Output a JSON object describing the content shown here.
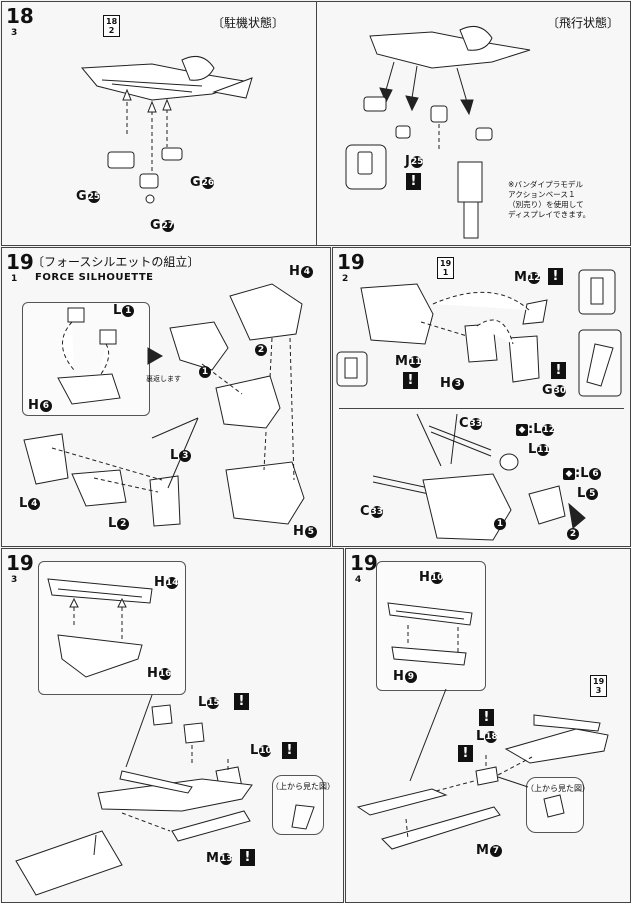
{
  "step18": {
    "number": "18",
    "sub": "3",
    "ref": "18\n2",
    "left_title": "〔駐機状態〕",
    "right_title": "〔飛行状態〕",
    "left_labels": [
      "G",
      "G",
      "G"
    ],
    "left_label_nums": [
      "25",
      "27",
      "26"
    ],
    "right_labels": [
      "J"
    ],
    "right_label_nums": [
      "25"
    ],
    "note": [
      "※バンダイプラモデル",
      "アクションベース１",
      "（別売り）を使用して",
      "ディスプレイできます。"
    ]
  },
  "step19_1": {
    "number": "19",
    "sub": "1",
    "title": "〔フォースシルエットの組立〕",
    "subtitle": "FORCE SILHOUETTE",
    "labels": [
      "L",
      "H",
      "H",
      "L",
      "L",
      "L",
      "H"
    ],
    "label_nums": [
      "1",
      "6",
      "4",
      "3",
      "4",
      "2",
      "5"
    ],
    "reverse_note": "裏返します",
    "order": [
      "1",
      "2"
    ]
  },
  "step19_2": {
    "number": "19",
    "sub": "2",
    "ref": "19\n1",
    "labels": [
      "M",
      "M",
      "H",
      "G",
      "C",
      "L",
      "L",
      "C",
      "L"
    ],
    "label_nums": [
      "12",
      "11",
      "3",
      "30",
      "33",
      "11",
      "6",
      "33",
      "5"
    ],
    "swap_labels": [
      ":L",
      ":L"
    ],
    "swap_nums": [
      "12",
      "6"
    ],
    "order": [
      "1",
      "2"
    ]
  },
  "step19_3": {
    "number": "19",
    "sub": "3",
    "labels": [
      "H",
      "H",
      "L",
      "L",
      "M"
    ],
    "label_nums": [
      "14",
      "16",
      "15",
      "10",
      "13"
    ],
    "view_note": "（上から見た図）"
  },
  "step19_4": {
    "number": "19",
    "sub": "4",
    "ref": "19\n3",
    "labels": [
      "H",
      "H",
      "L",
      "M"
    ],
    "label_nums": [
      "10",
      "9",
      "18",
      "7"
    ],
    "view_note": "（上から見た図）"
  }
}
